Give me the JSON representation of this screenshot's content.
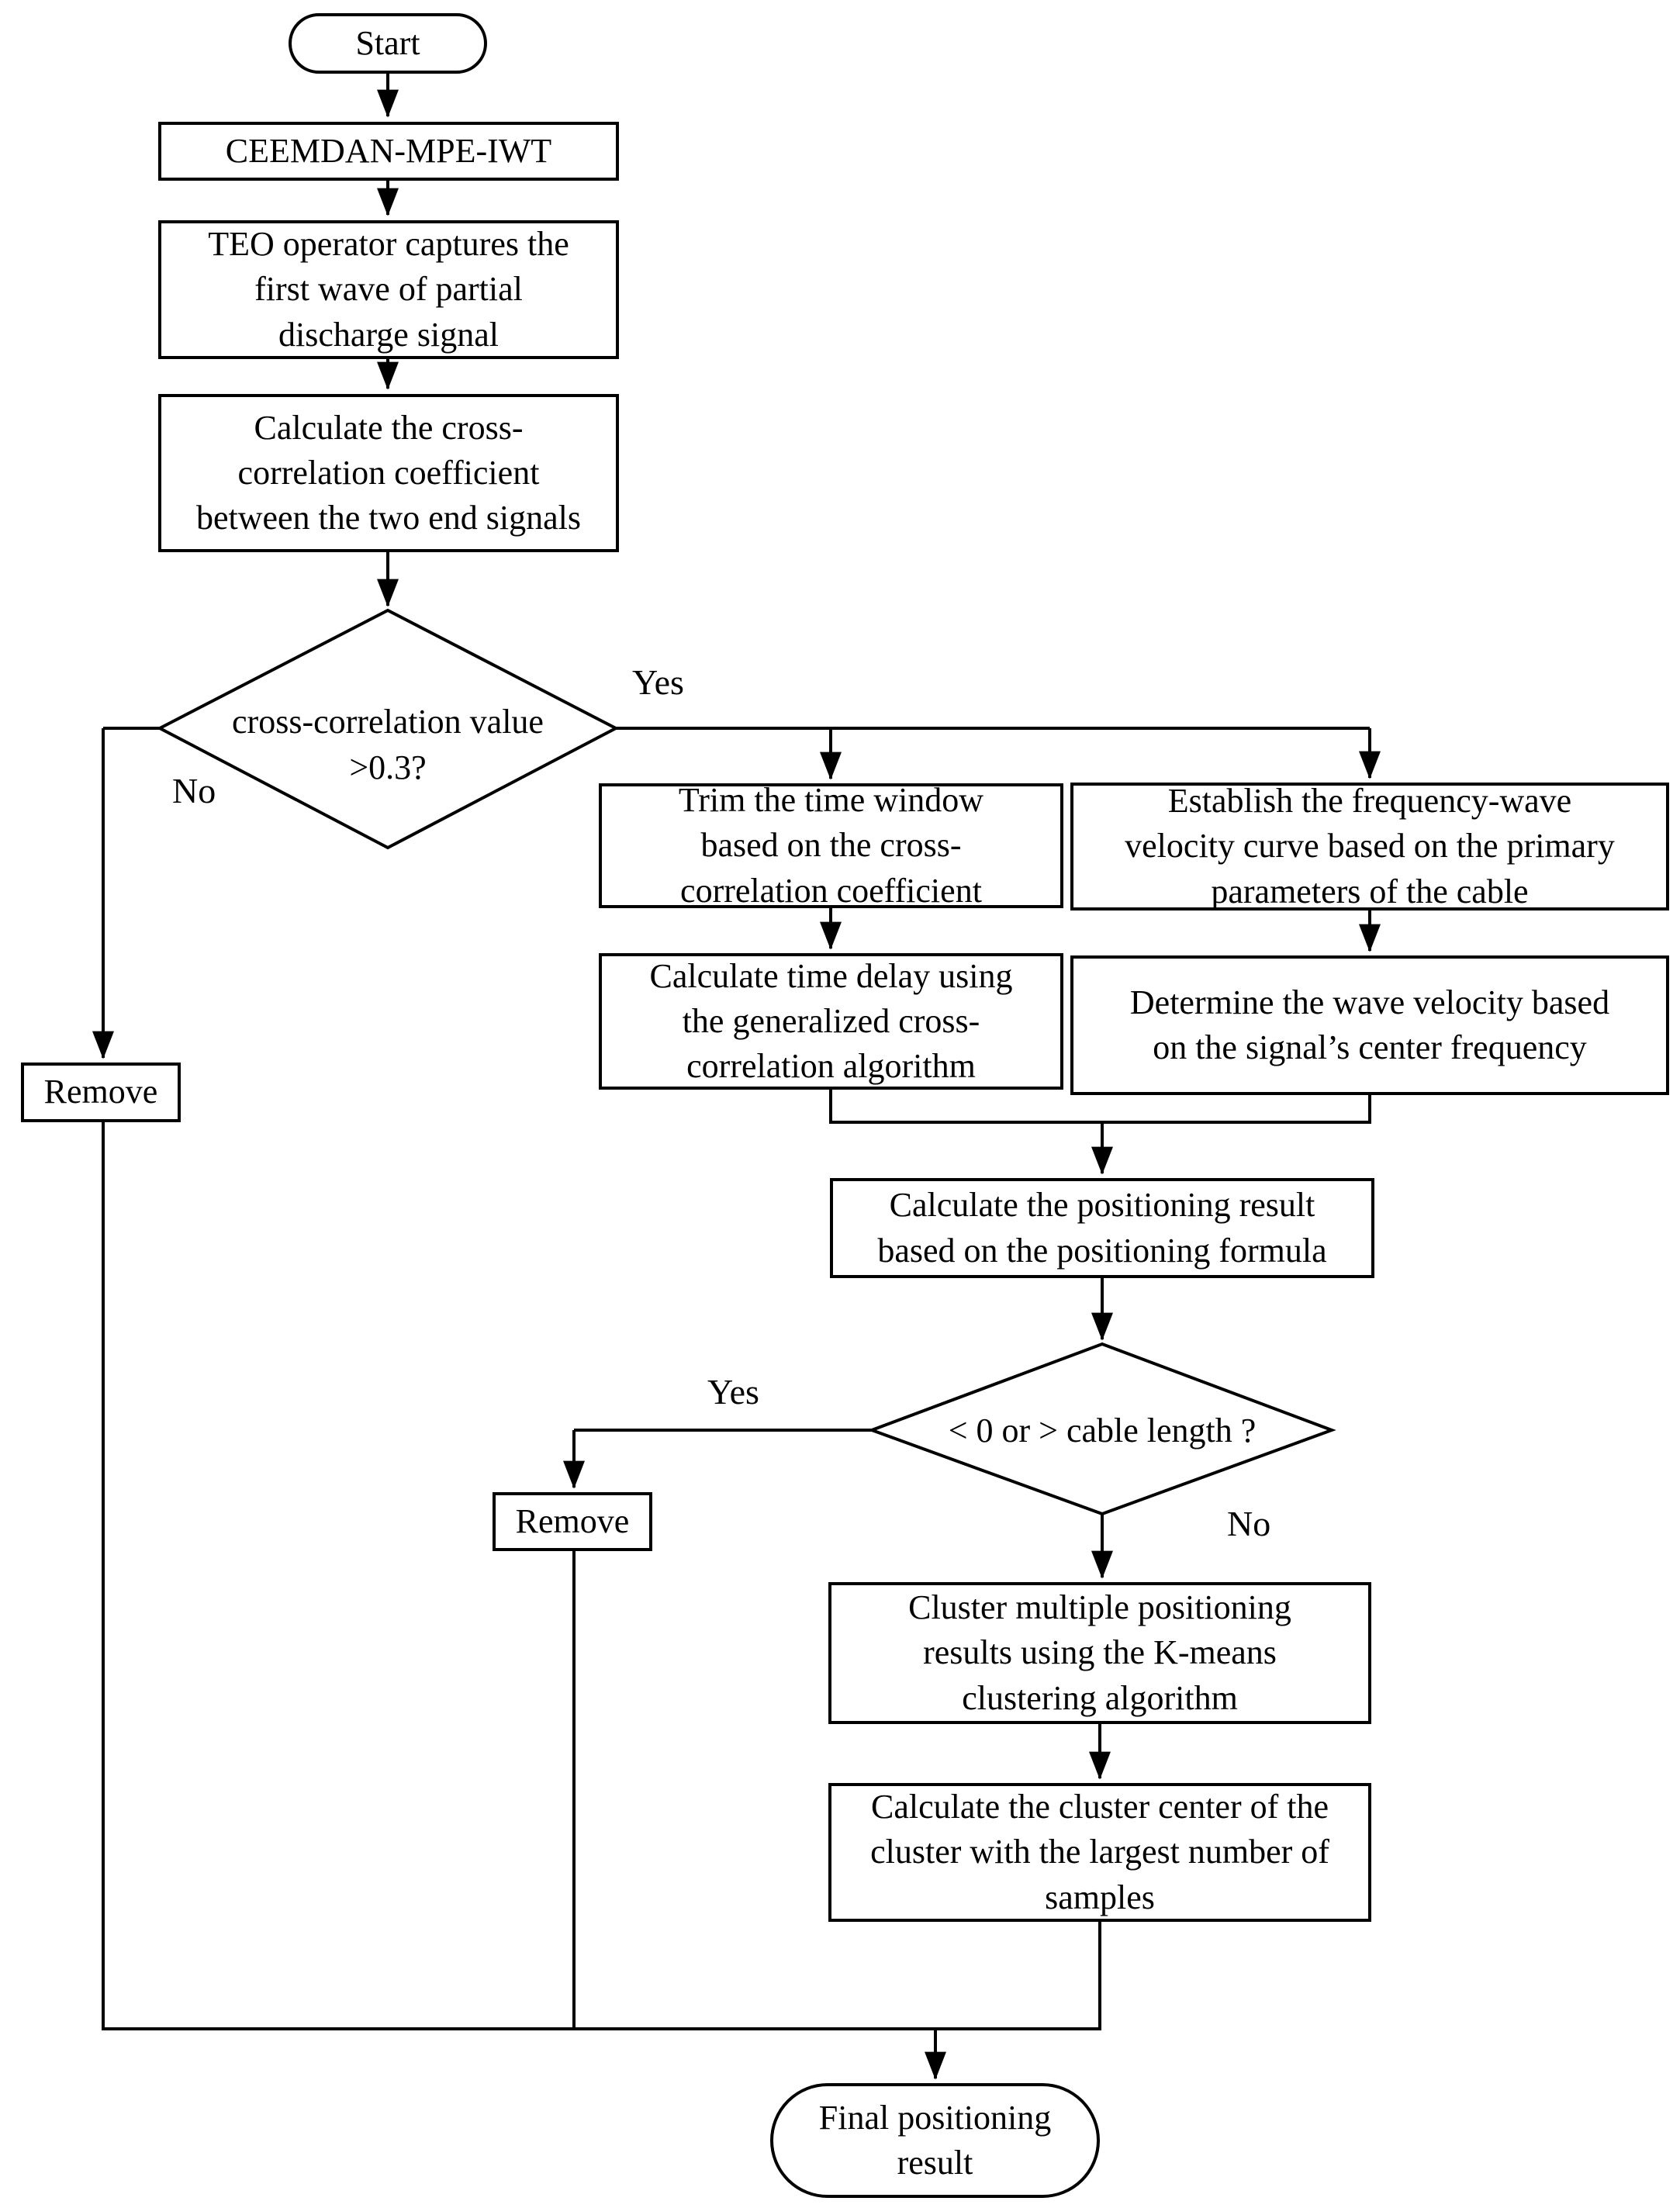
{
  "flowchart": {
    "title_implicit": "Partial discharge positioning algorithm flowchart",
    "colors": {
      "stroke": "#000000",
      "background": "#ffffff",
      "text": "#000000"
    },
    "nodes": {
      "start": {
        "text": "Start",
        "shape": "terminator"
      },
      "ceemdan": {
        "text": "CEEMDAN-MPE-IWT",
        "shape": "process"
      },
      "teo": {
        "text": "TEO operator captures the\nfirst wave of partial\ndischarge signal",
        "shape": "process"
      },
      "cross_corr": {
        "text": "Calculate the cross-\ncorrelation coefficient\nbetween the two end signals",
        "shape": "process"
      },
      "decision1": {
        "text": "cross-correlation value\n>0.3?",
        "shape": "decision"
      },
      "remove_left": {
        "text": "Remove",
        "shape": "process"
      },
      "trim": {
        "text": "Trim the time window\nbased on the cross-\ncorrelation coefficient",
        "shape": "process"
      },
      "establish": {
        "text": "Establish the frequency-wave\nvelocity curve based on the primary\nparameters of the cable",
        "shape": "process"
      },
      "time_delay": {
        "text": "Calculate time delay using\nthe generalized cross-\ncorrelation algorithm",
        "shape": "process"
      },
      "wave_velocity": {
        "text": "Determine the wave velocity based\non the signal’s center frequency",
        "shape": "process"
      },
      "positioning": {
        "text": "Calculate the positioning result\nbased on the positioning formula",
        "shape": "process"
      },
      "decision2": {
        "text": "< 0 or > cable length ?",
        "shape": "decision"
      },
      "remove_mid": {
        "text": "Remove",
        "shape": "process"
      },
      "kmeans": {
        "text": "Cluster multiple positioning\nresults using the K-means\nclustering algorithm",
        "shape": "process"
      },
      "cluster_center": {
        "text": "Calculate the cluster center of the\ncluster with the largest number of\nsamples",
        "shape": "process"
      },
      "final": {
        "text": "Final positioning\nresult",
        "shape": "terminator"
      }
    },
    "labels": {
      "yes1": "Yes",
      "no1": "No",
      "yes2": "Yes",
      "no2": "No"
    }
  }
}
